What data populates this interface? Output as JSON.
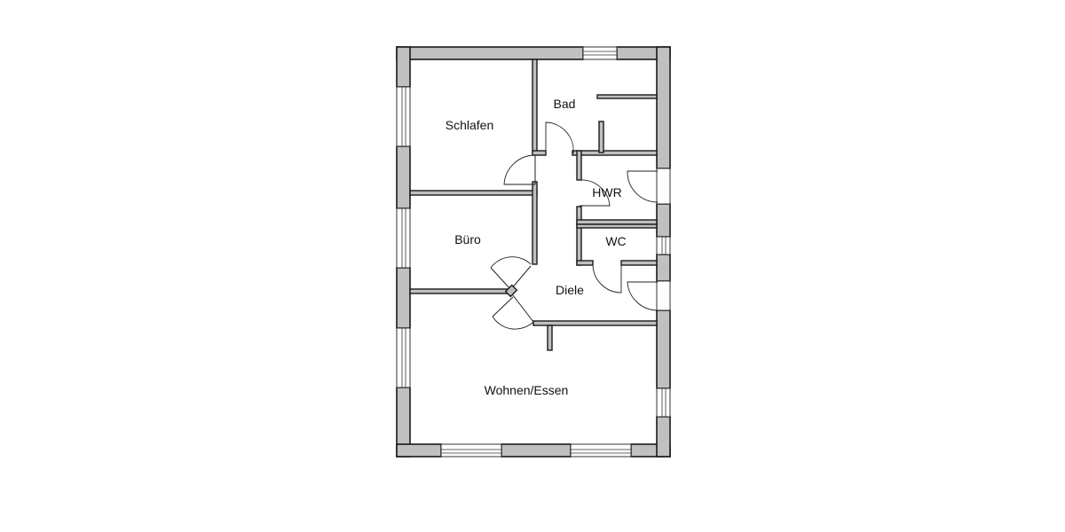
{
  "floor_plan": {
    "rooms": [
      {
        "id": "schlafen",
        "label": "Schlafen"
      },
      {
        "id": "bad",
        "label": "Bad"
      },
      {
        "id": "hwr",
        "label": "HWR"
      },
      {
        "id": "wc",
        "label": "WC"
      },
      {
        "id": "buero",
        "label": "Büro"
      },
      {
        "id": "diele",
        "label": "Diele"
      },
      {
        "id": "wohnen",
        "label": "Wohnen/Essen"
      }
    ],
    "colors": {
      "wall_fill": "#c0c0c0",
      "line": "#1a1a1a",
      "background": "#ffffff"
    }
  }
}
